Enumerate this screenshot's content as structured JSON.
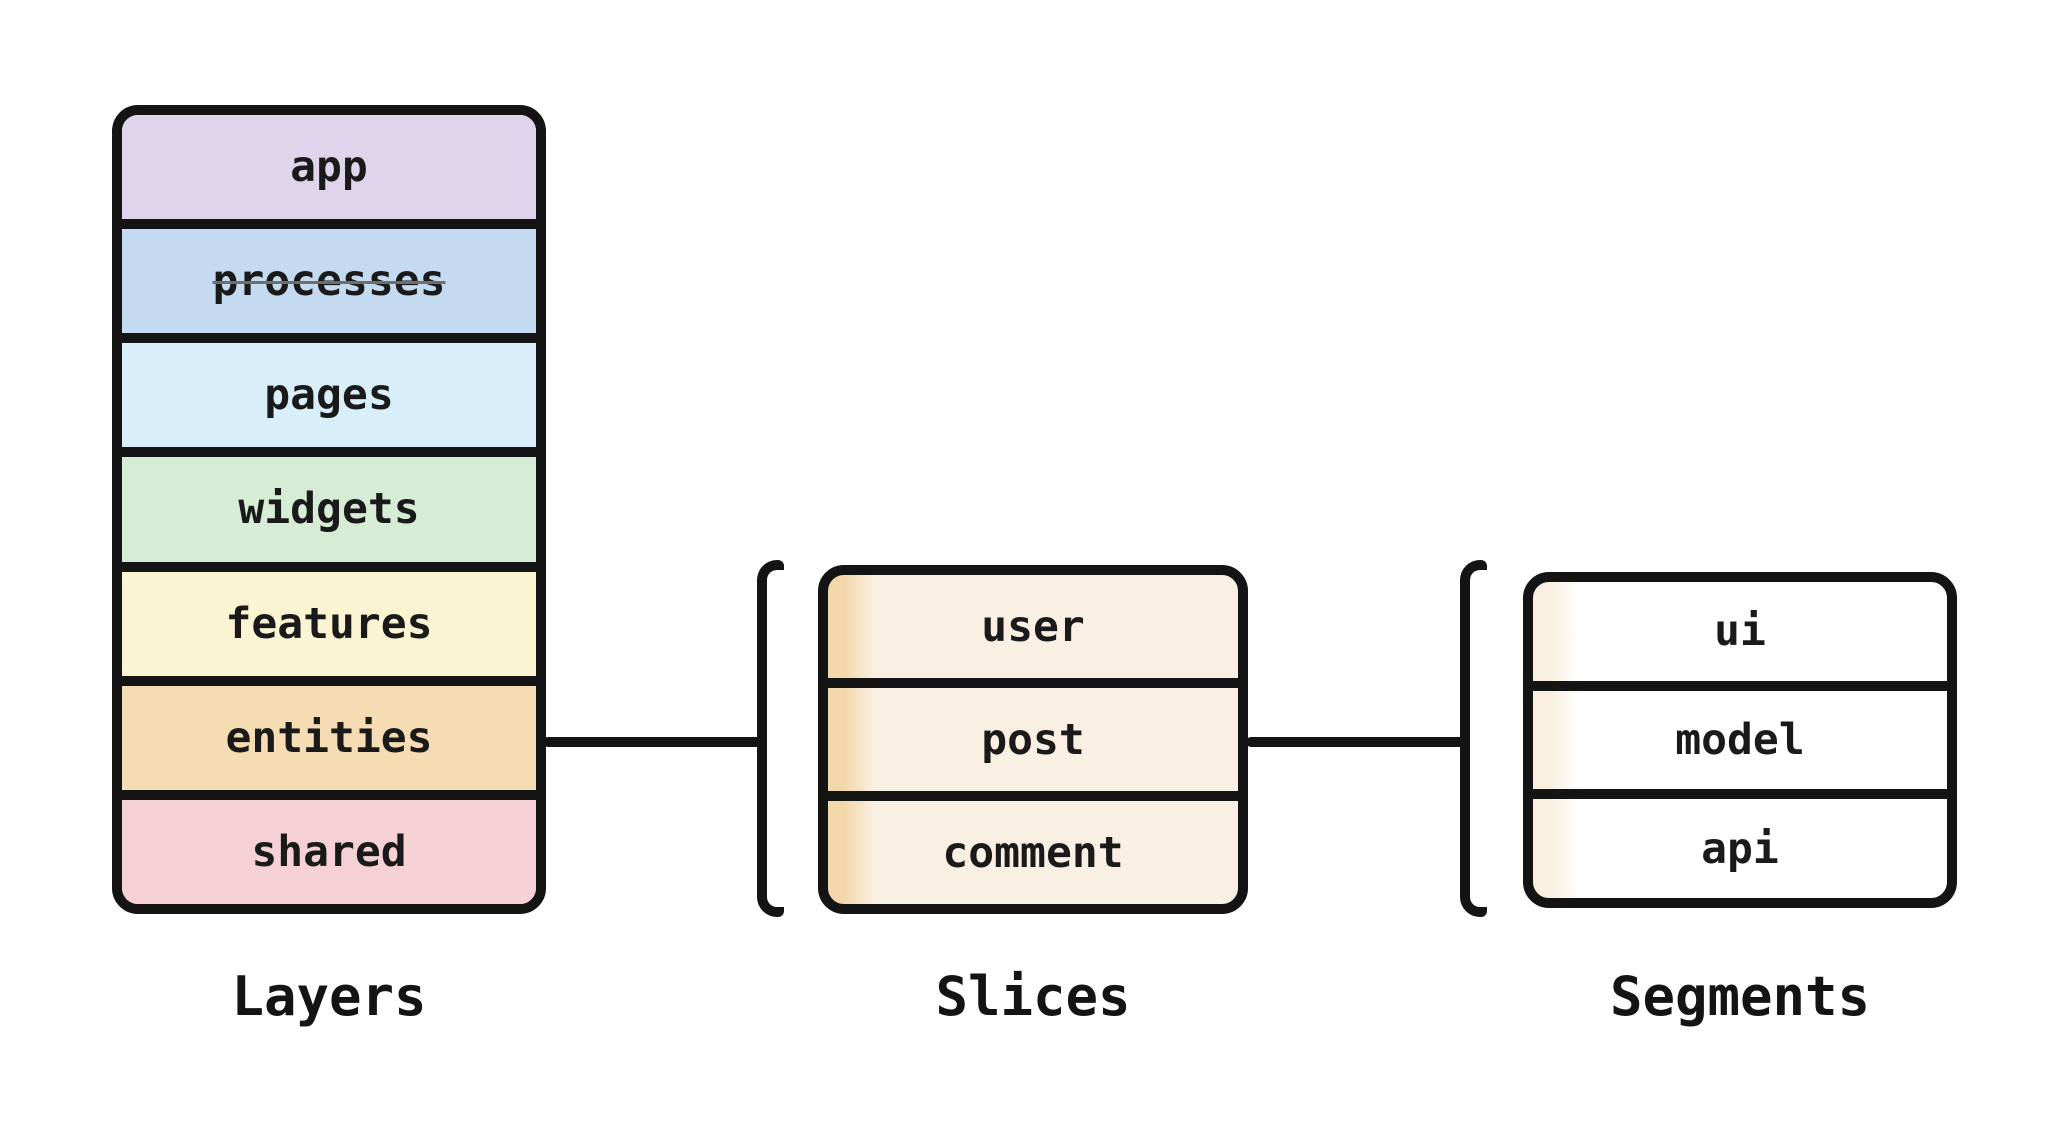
{
  "canvas": {
    "background": "#ffffff",
    "stroke_color": "#141414",
    "text_color": "#1a1a1a",
    "strikethrough_color": "#6e6e6e"
  },
  "groups": {
    "layers": {
      "caption": "Layers",
      "rows": [
        {
          "label": "app",
          "fill": "#ded5ec",
          "strikethrough": false
        },
        {
          "label": "processes",
          "fill": "#c3daf0",
          "strikethrough": true
        },
        {
          "label": "pages",
          "fill": "#d8eef9",
          "strikethrough": false
        },
        {
          "label": "widgets",
          "fill": "#d7ecd4",
          "strikethrough": false
        },
        {
          "label": "features",
          "fill": "#faf4d2",
          "strikethrough": false
        },
        {
          "label": "entities",
          "fill": "#f6dcb2",
          "strikethrough": false
        },
        {
          "label": "shared",
          "fill": "#f5d1d6",
          "strikethrough": false
        }
      ]
    },
    "slices": {
      "caption": "Slices",
      "fill": "#f9efe3",
      "edge_strip": "#f2d7aa",
      "rows": [
        {
          "label": "user"
        },
        {
          "label": "post"
        },
        {
          "label": "comment"
        }
      ]
    },
    "segments": {
      "caption": "Segments",
      "fill": "#ffffff",
      "edge_strip": "#f8efe0",
      "rows": [
        {
          "label": "ui"
        },
        {
          "label": "model"
        },
        {
          "label": "api"
        }
      ]
    }
  },
  "connections": [
    {
      "from": "entities",
      "to": "slices-bracket"
    },
    {
      "from": "post",
      "to": "segments-bracket"
    }
  ]
}
